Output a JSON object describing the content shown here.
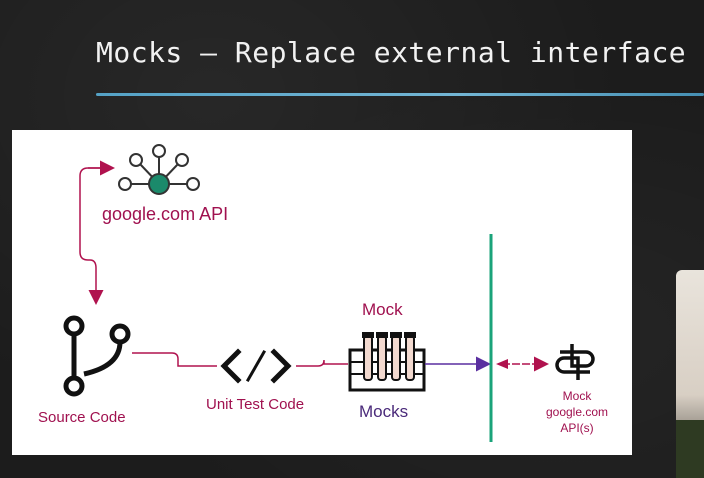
{
  "slide": {
    "title": "Mocks – Replace external interface",
    "accent_color": "#5ab0d8"
  },
  "diagram": {
    "api_label": "google.com API",
    "source_label": "Source Code",
    "unit_test_label": "Unit Test Code",
    "mock_label": "Mock",
    "mocks_label": "Mocks",
    "mock_api_lines": [
      "Mock",
      "google.com",
      "API(s)"
    ],
    "colors": {
      "arrow": "#b0124e",
      "boundary": "#1aa37a",
      "mocks_arrow": "#5a2fa0",
      "api_hub": "#1b8a6b"
    },
    "icons": [
      "network-api-icon",
      "git-branch-icon",
      "code-icon",
      "test-tubes-icon",
      "mock-api-icon"
    ]
  }
}
